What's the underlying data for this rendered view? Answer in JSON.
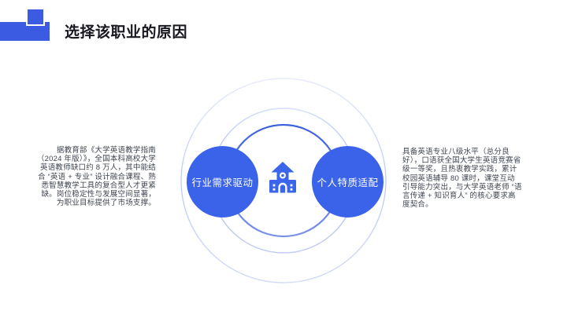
{
  "slide": {
    "title": "选择该职业的原因"
  },
  "diagram": {
    "center_icon": "school-building-icon",
    "nodes": [
      {
        "label": "行业需求驱动"
      },
      {
        "label": "个人特质适配"
      }
    ]
  },
  "paragraphs": {
    "left": "据教育部《大学英语教学指南（2024 年版）》，全国本科高校大学英语教师缺口约 8 万人，其中能结合 “英语 + 专业” 设计融合课程、熟悉智慧教学工具的复合型人才更紧缺。岗位稳定性与发展空间显著，为职业目标提供了市场支撑。",
    "right": "具备英语专业八级水平（总分良好），口语获全国大学生英语竞赛省级一等奖，且热衷教学实践，累计校园英语辅导 80 课时，课堂互动引导能力突出，与大学英语老师 “语言传递 + 知识育人” 的核心要求高度契合。"
  },
  "colors": {
    "accent_blue": "#3A63E9",
    "header_blue": "#3A5BE2",
    "ring_inner": "#4A6CDF",
    "ring_light": "#BFCBF3",
    "title_text": "#17171F",
    "body_text": "#3F4550"
  }
}
